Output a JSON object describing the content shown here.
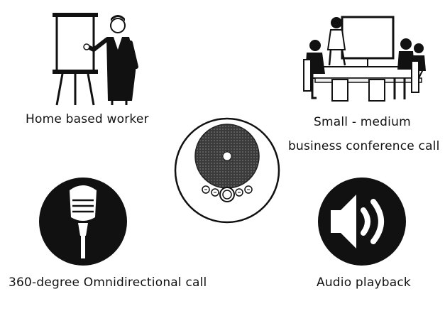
{
  "features": {
    "home": {
      "label": "Home based worker",
      "icon": "presenter-whiteboard-icon"
    },
    "conference": {
      "label_line1": "Small - medium",
      "label_line2": "business conference call",
      "icon": "meeting-room-icon"
    },
    "omni": {
      "label": "360-degree Omnidirectional call",
      "icon": "microphone-icon"
    },
    "audio": {
      "label": "Audio playback",
      "icon": "speaker-icon"
    }
  },
  "device": {
    "icon": "conference-speakerphone-icon"
  }
}
